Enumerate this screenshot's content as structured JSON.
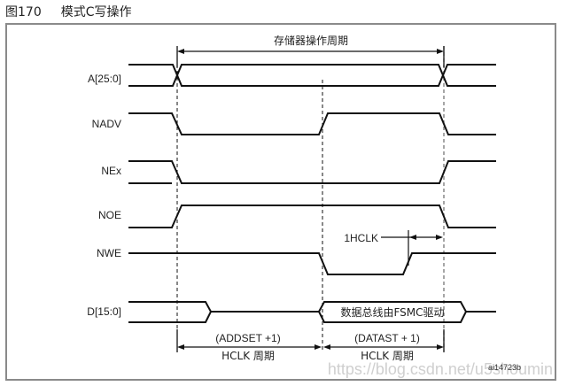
{
  "figure": {
    "number": "图170",
    "title": "模式C写操作",
    "id_code": "ai14723b",
    "watermark": "https://blog.csdn.net/u5shoumin"
  },
  "cycle_label": "存储器操作周期",
  "signals": [
    {
      "name": "A[25:0]",
      "type": "bus"
    },
    {
      "name": "NADV",
      "type": "line",
      "sequence": [
        "high",
        "low",
        "high",
        "low"
      ]
    },
    {
      "name": "NEx",
      "type": "line",
      "sequence": [
        "high",
        "low",
        "high"
      ]
    },
    {
      "name": "NOE",
      "type": "line",
      "sequence": [
        "low",
        "high",
        "low"
      ]
    },
    {
      "name": "NWE",
      "type": "line",
      "sequence": [
        "high",
        "low",
        "high"
      ]
    },
    {
      "name": "D[15:0]",
      "type": "bus"
    }
  ],
  "data_bus_label": "数据总线由FSMC驱动",
  "hclk_note": "1HCLK",
  "intervals": [
    {
      "top": "(ADDSET +1)",
      "bottom": "HCLK 周期"
    },
    {
      "top": "(DATAST + 1)",
      "bottom": "HCLK 周期"
    }
  ]
}
